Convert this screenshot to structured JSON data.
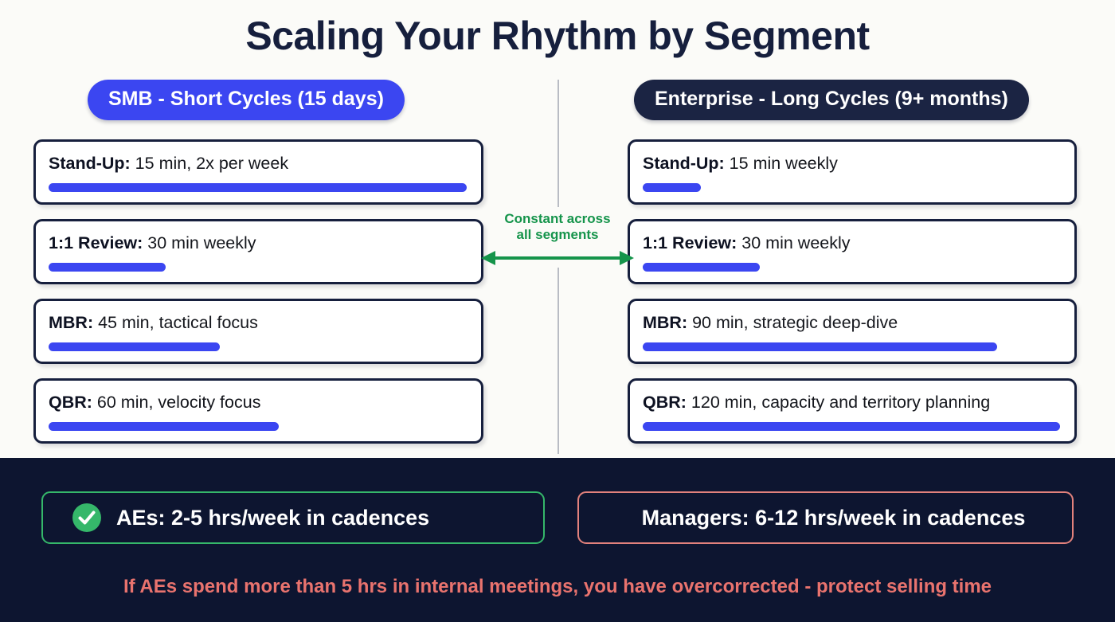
{
  "title": "Scaling Your Rhythm by Segment",
  "colors": {
    "background": "#FBFBF8",
    "title_navy": "#161F3D",
    "accent_blue": "#3B46F1",
    "dark_navy": "#1B2443",
    "footer_bg": "#0D1530",
    "green": "#15944B",
    "badge_green": "#35B76A",
    "badge_coral": "#E2817C",
    "warning_coral": "#E9736E",
    "divider_gray": "#B9BCC4"
  },
  "columns": [
    {
      "pill_label": "SMB - Short Cycles (15 days)",
      "pill_style": "blue",
      "cards": [
        {
          "label": "Stand-Up:",
          "detail": " 15 min, 2x per week",
          "bar_percent": 100
        },
        {
          "label": "1:1 Review:",
          "detail": " 30 min weekly",
          "bar_percent": 28
        },
        {
          "label": "MBR:",
          "detail": " 45 min, tactical focus",
          "bar_percent": 41
        },
        {
          "label": "QBR:",
          "detail": " 60 min, velocity focus",
          "bar_percent": 55
        }
      ]
    },
    {
      "pill_label": "Enterprise - Long Cycles (9+ months)",
      "pill_style": "navy",
      "cards": [
        {
          "label": "Stand-Up:",
          "detail": " 15 min weekly",
          "bar_percent": 14
        },
        {
          "label": "1:1 Review:",
          "detail": " 30 min weekly",
          "bar_percent": 28
        },
        {
          "label": "MBR:",
          "detail": " 90 min, strategic deep-dive",
          "bar_percent": 85
        },
        {
          "label": "QBR:",
          "detail": " 120 min, capacity and territory planning",
          "bar_percent": 100
        }
      ]
    }
  ],
  "connector": {
    "label_line1": "Constant across",
    "label_line2": "all segments",
    "arrow": "double-headed-arrow"
  },
  "footer": {
    "badges": [
      {
        "icon": "check-circle-icon",
        "text": "AEs: 2-5 hrs/week in cadences",
        "accent": "green"
      },
      {
        "icon": "none",
        "text": "Managers: 6-12 hrs/week in cadences",
        "accent": "coral"
      }
    ],
    "warning": "If AEs spend more than 5 hrs in internal meetings, you have overcorrected - protect selling time"
  }
}
